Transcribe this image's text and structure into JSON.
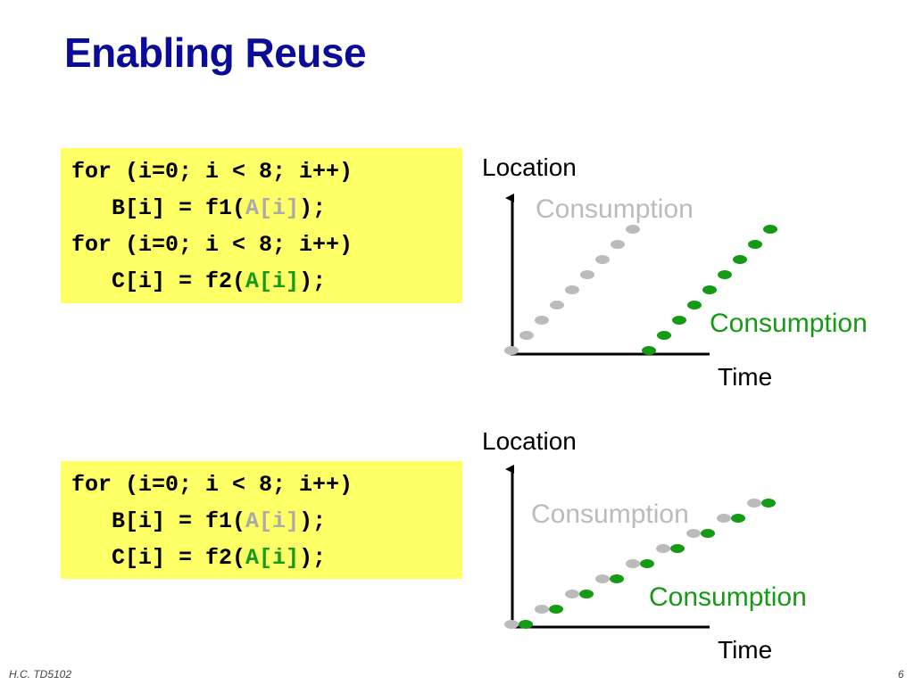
{
  "title": "Enabling Reuse",
  "code_top": {
    "line1": "for (i=0; i < 8; i++)",
    "line2_prefix": "   B[i] = f1(",
    "line2_highlight": "A[i]",
    "line2_suffix": ");",
    "line3": "for (i=0; i < 8; i++)",
    "line4_prefix": "   C[i] = f2(",
    "line4_highlight": "A[i]",
    "line4_suffix": ");"
  },
  "code_bottom": {
    "line1": "for (i=0; i < 8; i++)",
    "line2_prefix": "   B[i] = f1(",
    "line2_highlight": "A[i]",
    "line2_suffix": ");",
    "line3_prefix": "   C[i] = f2(",
    "line3_highlight": "A[i]",
    "line3_suffix": ");"
  },
  "diagram_top": {
    "y_label": "Location",
    "x_label": "Time",
    "gray_label": "Consumption",
    "green_label": "Consumption"
  },
  "diagram_bottom": {
    "y_label": "Location",
    "x_label": "Time",
    "gray_label": "Consumption",
    "green_label": "Consumption"
  },
  "colors": {
    "title": "#0b0b99",
    "code_background": "#ffff66",
    "gray_consumption": "#bbbbbb",
    "green_consumption": "#159a15"
  },
  "footer": {
    "left": "H.C.   TD5102",
    "right": "6"
  }
}
